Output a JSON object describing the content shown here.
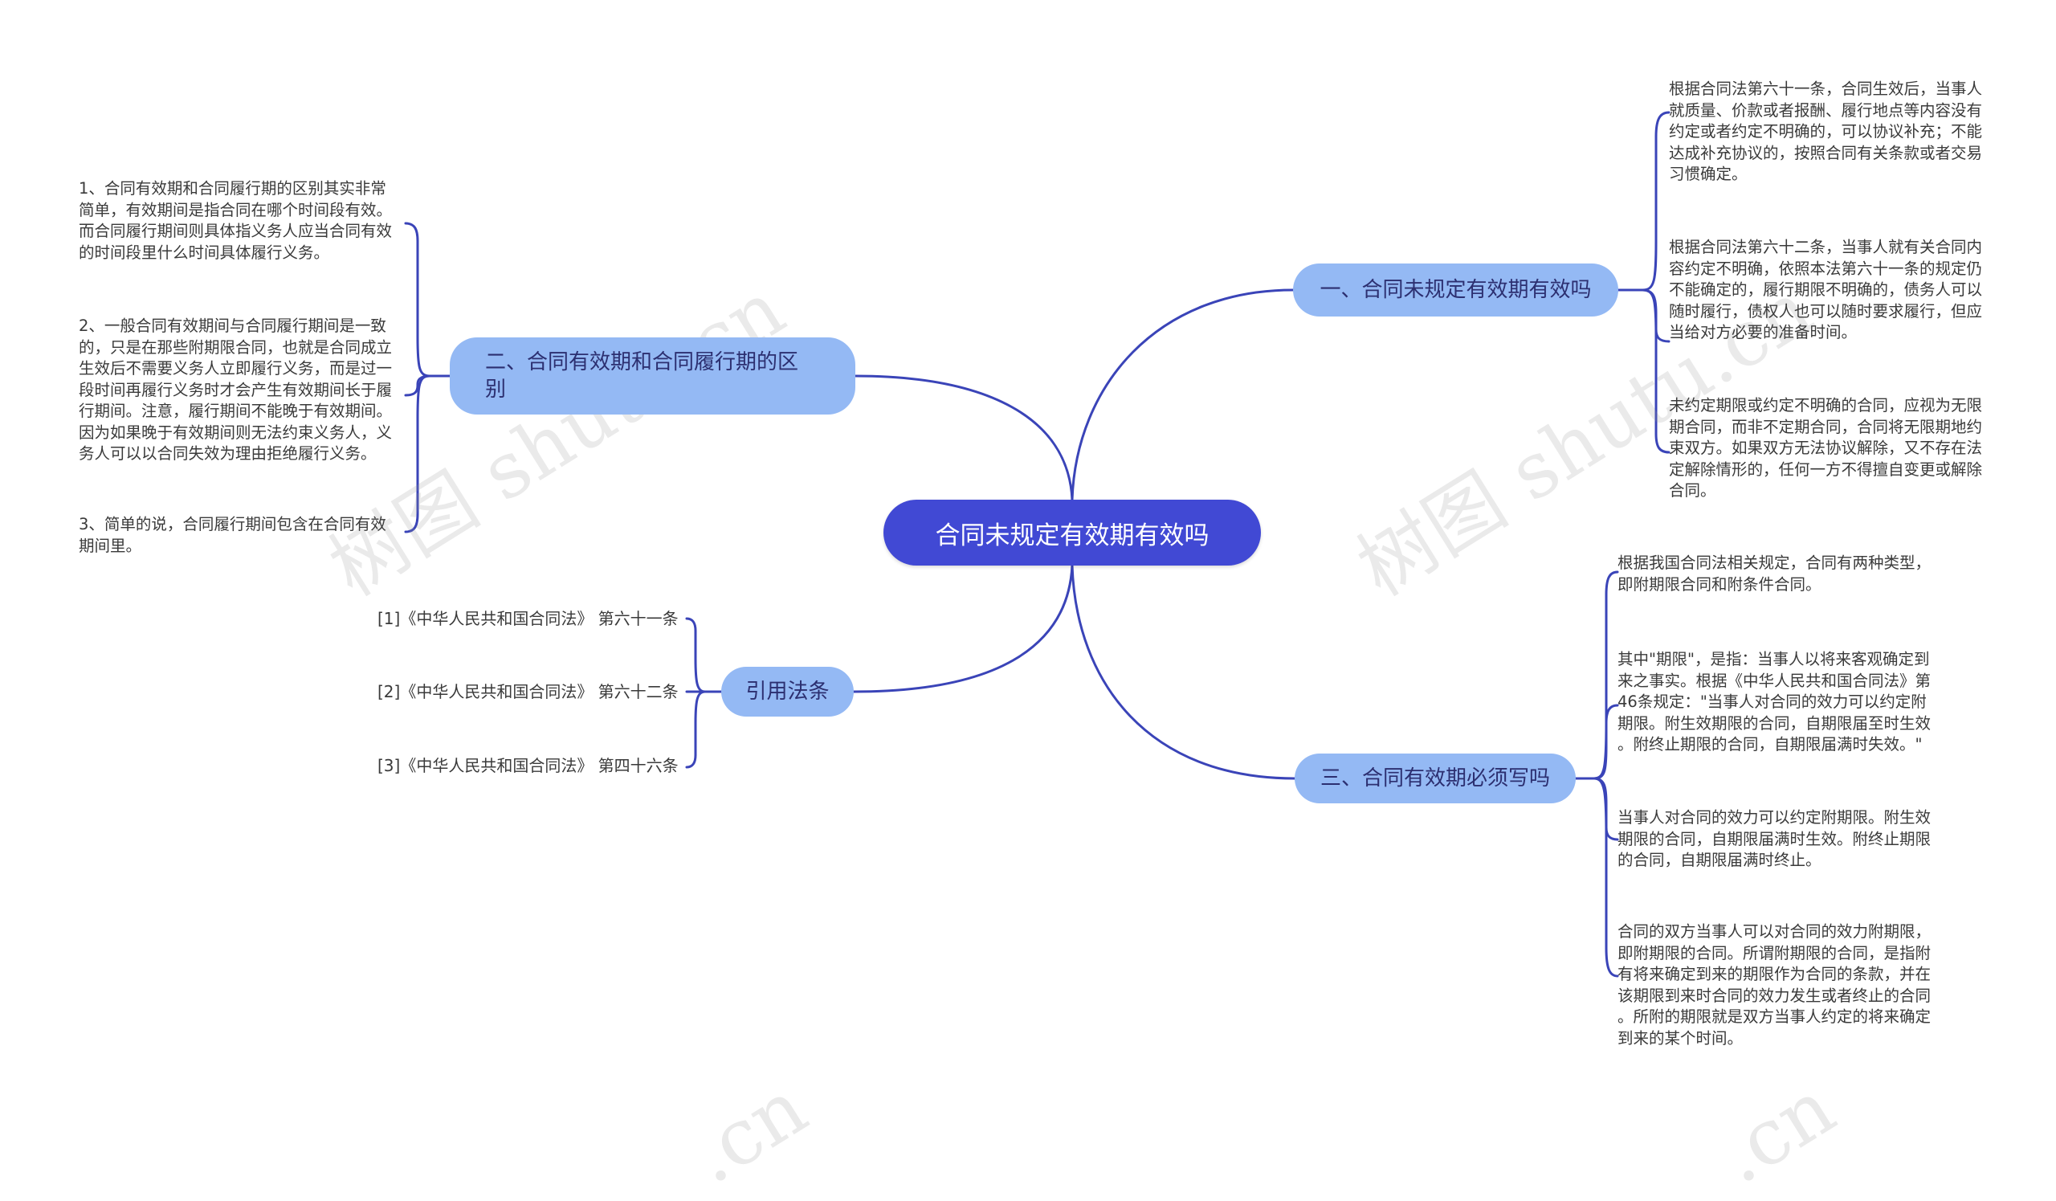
{
  "root": {
    "label": "合同未规定有效期有效吗"
  },
  "branches": {
    "b1": {
      "label": "一、合同未规定有效期有效吗",
      "leaves": [
        "根据合同法第六十一条，合同生效后，当事人\n就质量、价款或者报酬、履行地点等内容没有\n约定或者约定不明确的，可以协议补充；不能\n达成补充协议的，按照合同有关条款或者交易\n习惯确定。",
        "根据合同法第六十二条，当事人就有关合同内\n容约定不明确，依照本法第六十一条的规定仍\n不能确定的，履行期限不明确的，债务人可以\n随时履行，债权人也可以随时要求履行，但应\n当给对方必要的准备时间。",
        "未约定期限或约定不明确的合同，应视为无限\n期合同，而非不定期合同，合同将无限期地约\n束双方。如果双方无法协议解除，又不存在法\n定解除情形的，任何一方不得擅自变更或解除\n合同。"
      ]
    },
    "b2": {
      "label": "二、合同有效期和合同履行期的区\n别",
      "leaves": [
        "1、合同有效期和合同履行期的区别其实非常\n简单，有效期间是指合同在哪个时间段有效。\n而合同履行期间则具体指义务人应当合同有效\n的时间段里什么时间具体履行义务。",
        "2、一般合同有效期间与合同履行期间是一致\n的，只是在那些附期限合同，也就是合同成立\n生效后不需要义务人立即履行义务，而是过一\n段时间再履行义务时才会产生有效期间长于履\n行期间。注意，履行期间不能晚于有效期间。\n因为如果晚于有效期间则无法约束义务人，义\n务人可以以合同失效为理由拒绝履行义务。",
        "3、简单的说，合同履行期间包含在合同有效\n期间里。"
      ]
    },
    "b3": {
      "label": "引用法条",
      "leaves": [
        "[1]《中华人民共和国合同法》 第六十一条",
        "[2]《中华人民共和国合同法》 第六十二条",
        "[3]《中华人民共和国合同法》 第四十六条"
      ]
    },
    "b4": {
      "label": "三、合同有效期必须写吗",
      "leaves": [
        "根据我国合同法相关规定，合同有两种类型，\n即附期限合同和附条件合同。",
        "其中\"期限\"，是指：当事人以将来客观确定到\n来之事实。根据《中华人民共和国合同法》第\n46条规定：\"当事人对合同的效力可以约定附\n期限。附生效期限的合同，自期限届至时生效\n。附终止期限的合同，自期限届满时失效。\"",
        "当事人对合同的效力可以约定附期限。附生效\n期限的合同，自期限届满时生效。附终止期限\n的合同，自期限届满时终止。",
        "合同的双方当事人可以对合同的效力附期限，\n即附期限的合同。所谓附期限的合同，是指附\n有将来确定到来的期限作为合同的条款，并在\n该期限到来时合同的效力发生或者终止的合同\n。所附的期限就是双方当事人约定的将来确定\n到来的某个时间。"
      ]
    }
  },
  "watermark": {
    "text": "树图 shutu.cn",
    "fragment": ".cn"
  },
  "colors": {
    "root": "#4149d4",
    "branch": "#94b9f4",
    "line": "#3a44b8"
  }
}
